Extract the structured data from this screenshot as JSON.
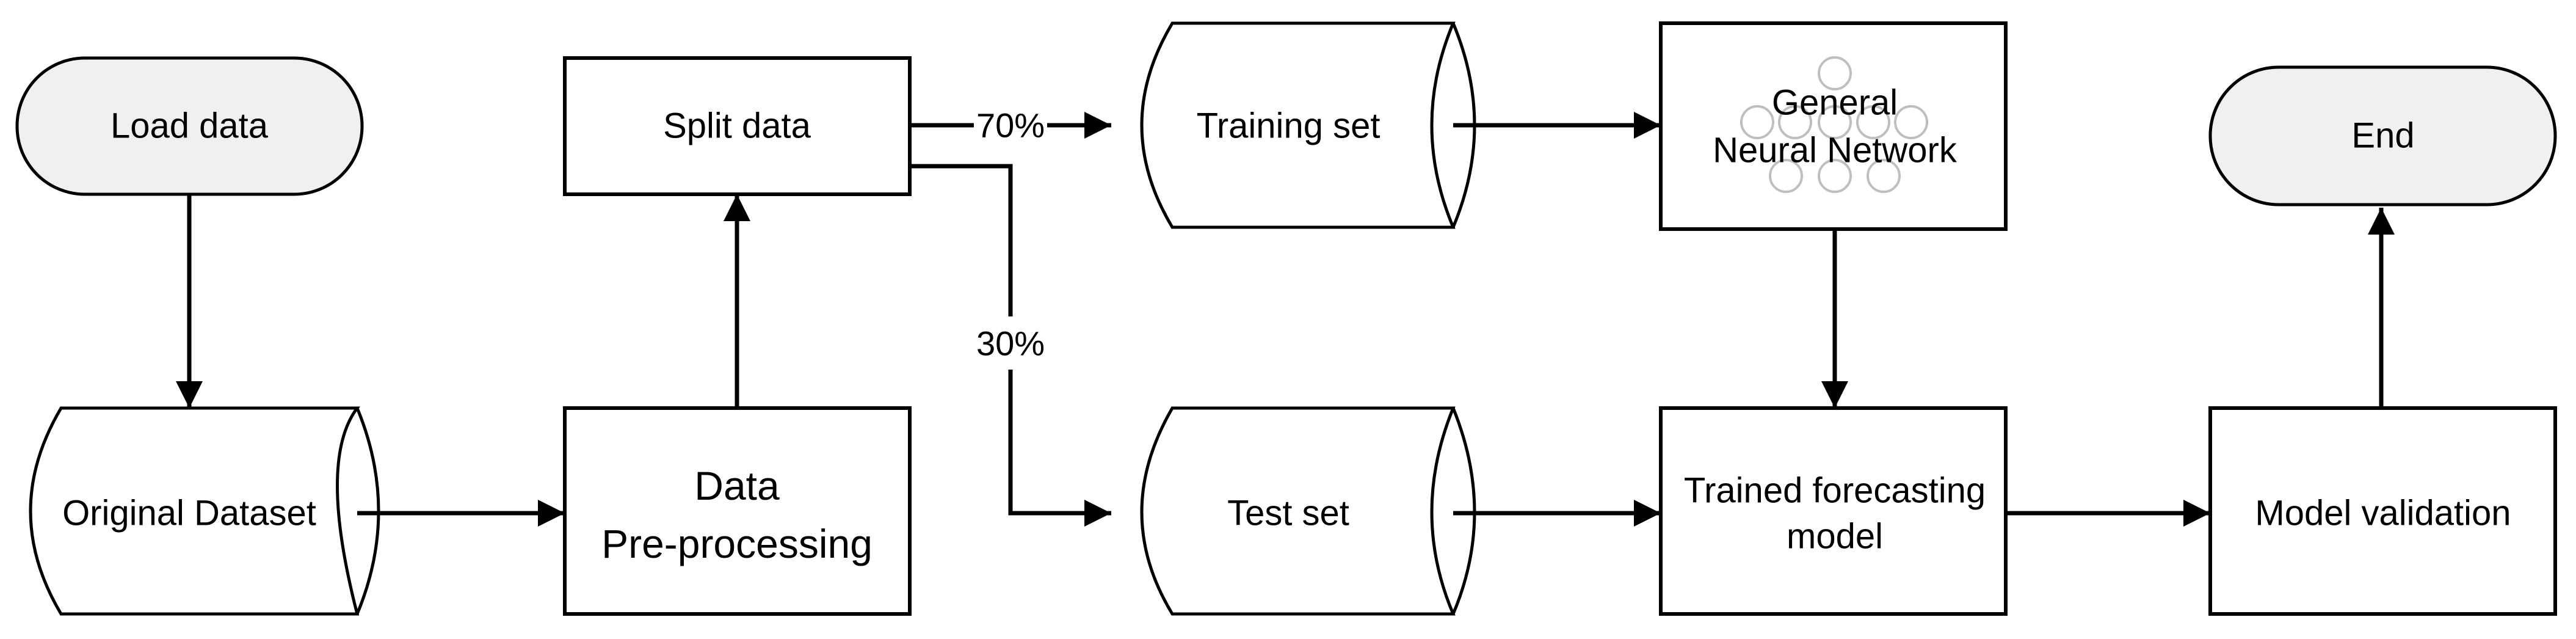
{
  "nodes": {
    "load_data": "Load data",
    "original_dataset": "Original Dataset",
    "data_preprocessing": [
      "Data",
      "Pre-processing"
    ],
    "split_data": "Split data",
    "training_set": "Training set",
    "test_set": "Test set",
    "general_nn": [
      "General",
      "Neural Network"
    ],
    "trained_model": [
      "Trained forecasting",
      "model"
    ],
    "model_validation": "Model validation",
    "end": "End"
  },
  "edges": {
    "train_pct": "70%",
    "test_pct": "30%"
  },
  "colors": {
    "terminal_fill": "#f0f0f0",
    "stroke": "#000000",
    "nn_icon": "#bfbfbf"
  }
}
